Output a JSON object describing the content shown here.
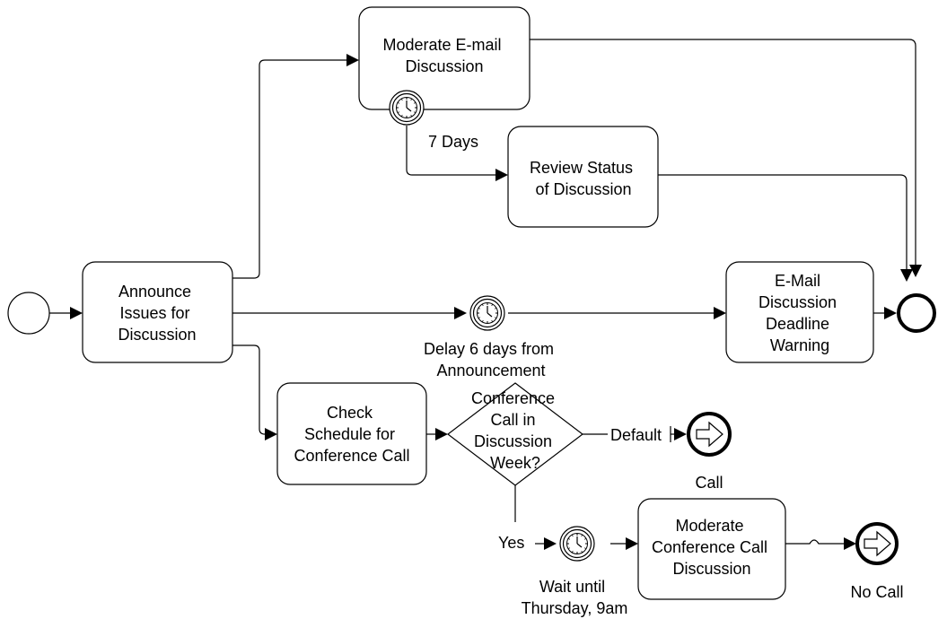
{
  "tasks": {
    "announce": [
      "Announce",
      "Issues for",
      "Discussion"
    ],
    "moderate_email": [
      "Moderate E-mail",
      "Discussion"
    ],
    "review_status": [
      "Review Status",
      "of Discussion"
    ],
    "email_warning": [
      "E-Mail",
      "Discussion",
      "Deadline",
      "Warning"
    ],
    "check_schedule": [
      "Check",
      "Schedule for",
      "Conference Call"
    ],
    "moderate_call": [
      "Moderate",
      "Conference Call",
      "Discussion"
    ]
  },
  "gateway": [
    "Conference",
    "Call in",
    "Discussion",
    "Week?"
  ],
  "labels": {
    "seven_days": "7 Days",
    "delay": [
      "Delay 6 days from",
      "Announcement"
    ],
    "default": "Default",
    "call": "Call",
    "yes": "Yes",
    "wait": [
      "Wait until",
      "Thursday, 9am"
    ],
    "no_call": "No Call"
  }
}
